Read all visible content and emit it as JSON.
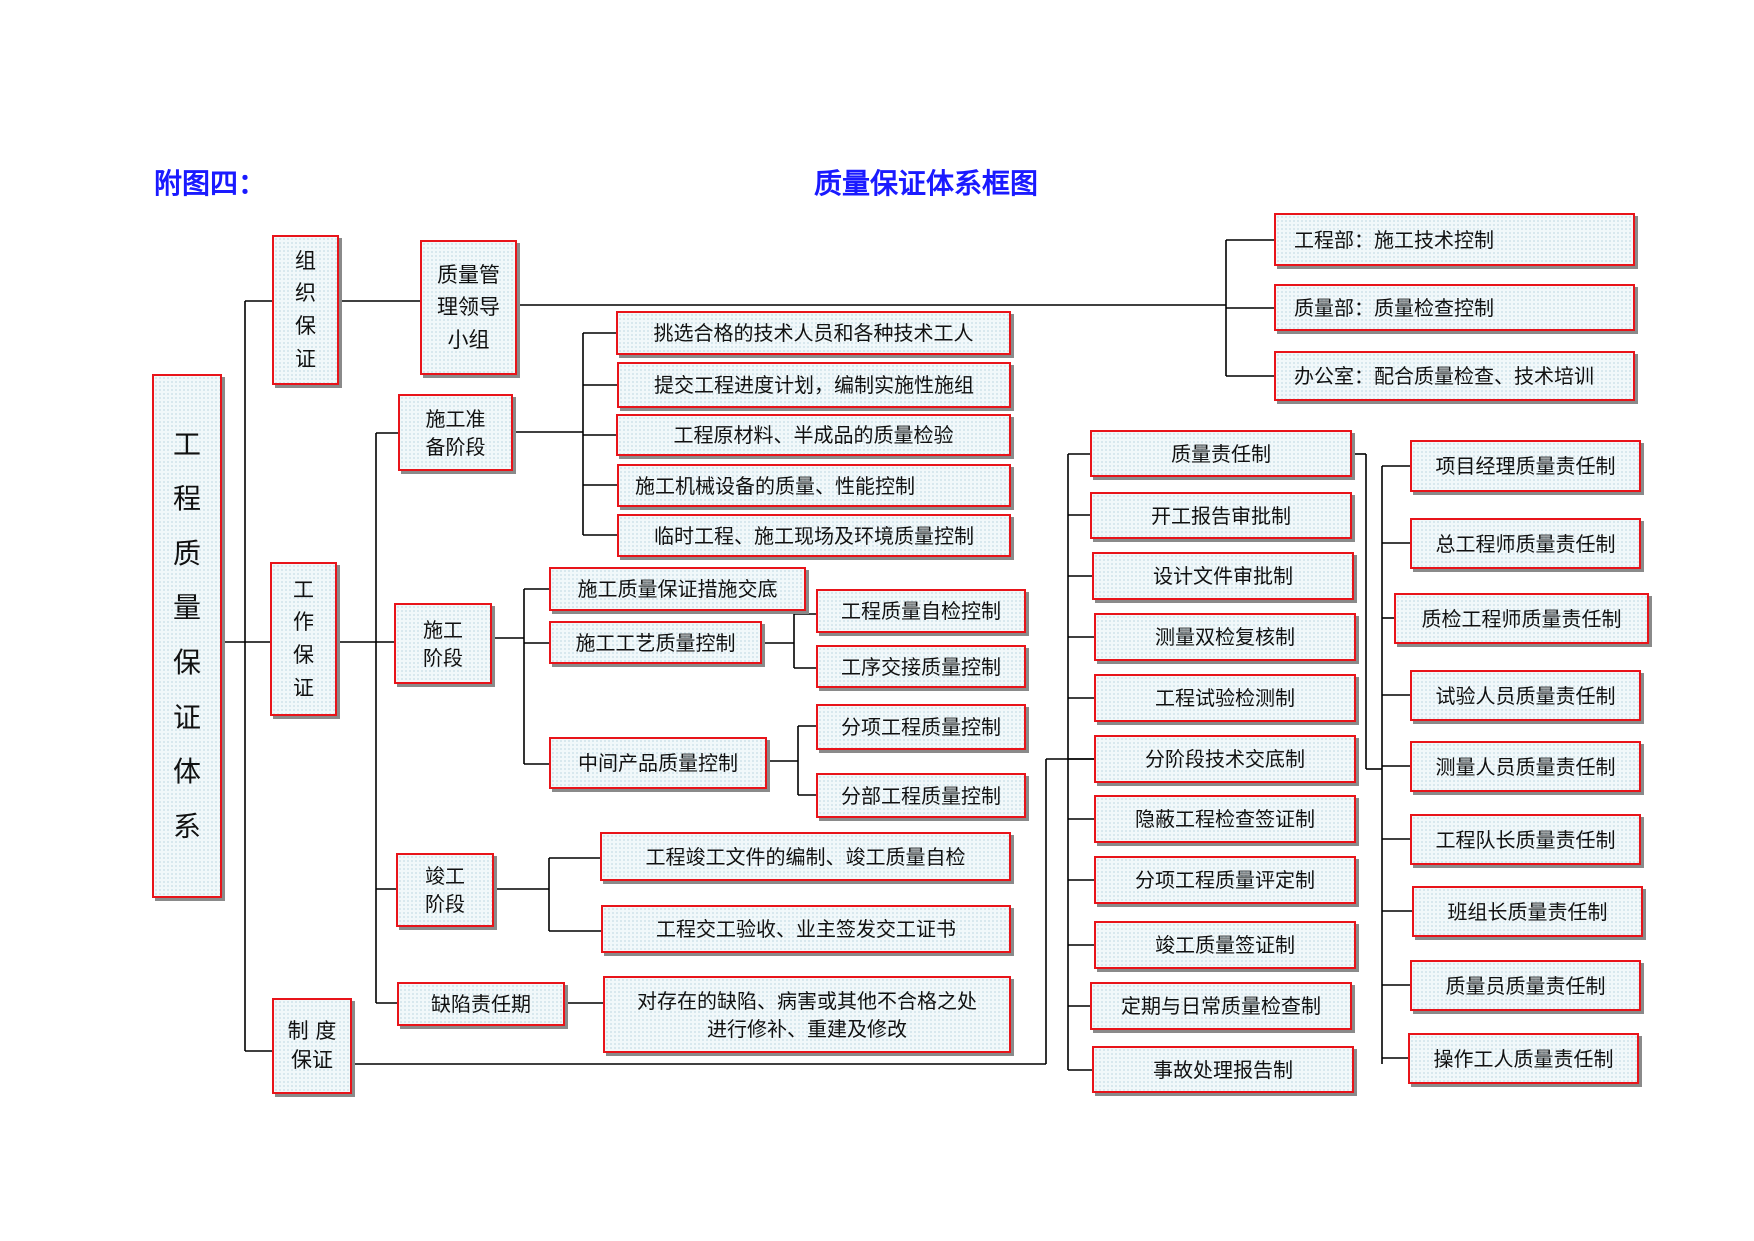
{
  "header": {
    "appendix_label": "附图四：",
    "title": "质量保证体系框图"
  },
  "root": "工\n程\n质\n量\n保\n证\n体\n系",
  "level1": {
    "org": "组\n织\n保\n证",
    "work": "工\n作\n保\n证",
    "system": "制 度\n保证"
  },
  "org_branch": {
    "leader": "质量管\n理领导\n小组",
    "departments": [
      "工程部：施工技术控制",
      "质量部：质量检查控制",
      "办公室：配合质量检查、技术培训"
    ]
  },
  "work_branch": {
    "stages": [
      "施工准\n备阶段",
      "施工\n阶段",
      "竣工\n阶段",
      "缺陷责任期"
    ],
    "prep_items": [
      "挑选合格的技术人员和各种技术工人",
      "提交工程进度计划，编制实施性施组",
      "工程原材料、半成品的质量检验",
      "施工机械设备的质量、性能控制",
      "临时工程、施工现场及环境质量控制"
    ],
    "construction_items": [
      "施工质量保证措施交底",
      "施工工艺质量控制",
      "中间产品质量控制"
    ],
    "process_subitems": [
      "工程质量自检控制",
      "工序交接质量控制"
    ],
    "product_subitems": [
      "分项工程质量控制",
      "分部工程质量控制"
    ],
    "completion_items": [
      "工程竣工文件的编制、竣工质量自检",
      "工程交工验收、业主签发交工证书"
    ],
    "defect_item": "对存在的缺陷、病害或其他不合格之处\n进行修补、重建及修改"
  },
  "system_branch": {
    "rules": [
      "质量责任制",
      "开工报告审批制",
      "设计文件审批制",
      "测量双检复核制",
      "工程试验检测制",
      "分阶段技术交底制",
      "隐蔽工程检查签证制",
      "分项工程质量评定制",
      "竣工质量签证制",
      "定期与日常质量检查制",
      "事故处理报告制"
    ],
    "responsibilities": [
      "项目经理质量责任制",
      "总工程师质量责任制",
      "质检工程师质量责任制",
      "试验人员质量责任制",
      "测量人员质量责任制",
      "工程队长质量责任制",
      "班组长质量责任制",
      "质量员质量责任制",
      "操作工人质量责任制"
    ]
  },
  "colors": {
    "box_border": "#e8141a",
    "title": "#1a1aff",
    "box_fill": "#f1f8fa"
  }
}
